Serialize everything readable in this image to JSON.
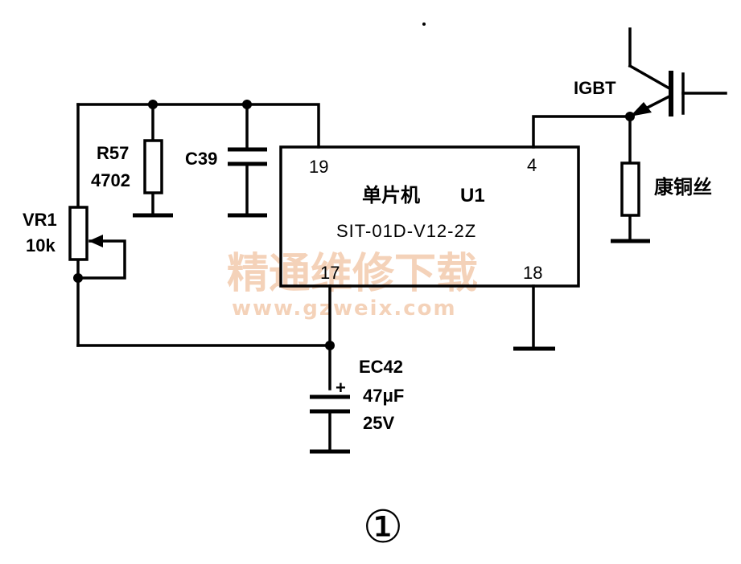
{
  "components": {
    "r57": {
      "name": "R57",
      "value": "4702"
    },
    "c39": {
      "name": "C39"
    },
    "vr1": {
      "name": "VR1",
      "value": "10k"
    },
    "ec42": {
      "name": "EC42",
      "capacitance": "47μF",
      "voltage": "25V",
      "polarity": "+"
    },
    "igbt": {
      "name": "IGBT"
    },
    "wire": {
      "name": "康铜丝"
    },
    "mcu": {
      "title": "单片机",
      "ref": "U1",
      "model": "SIT-01D-V12-2Z",
      "pins": {
        "p19": "19",
        "p4": "4",
        "p17": "17",
        "p18": "18"
      }
    }
  },
  "watermark": {
    "text": "精通维修下载",
    "url": "www.gzweix.com"
  },
  "figure_label": "①"
}
